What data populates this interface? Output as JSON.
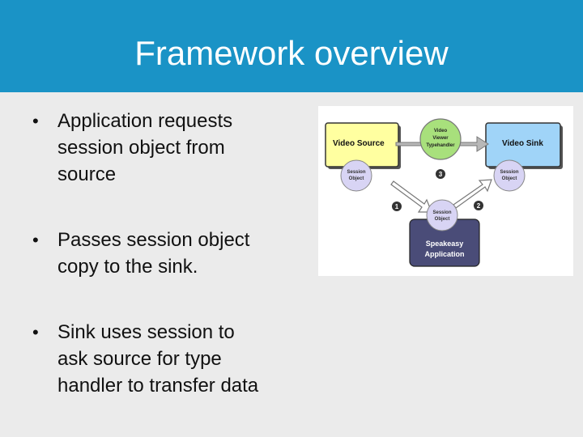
{
  "slide": {
    "title": "Framework overview",
    "bullets": [
      {
        "marker": "•",
        "lines": [
          "Application requests",
          "session object from",
          "source"
        ]
      },
      {
        "marker": "•",
        "lines": [
          "Passes session object",
          "copy to the sink."
        ]
      },
      {
        "marker": "•",
        "lines": [
          "Sink uses session to",
          "ask source for type",
          "handler to transfer data"
        ]
      }
    ]
  },
  "diagram": {
    "video_source": "Video Source",
    "video_sink": "Video Sink",
    "typehandler_lines": [
      "Video",
      "Viewer",
      "Typehandler"
    ],
    "session_object_lines": [
      "Session",
      "Object"
    ],
    "app_lines": [
      "Speakeasy",
      "Application"
    ],
    "step_1": "1",
    "step_2": "2",
    "step_3": "3",
    "colors": {
      "title_bar": "#1a93c6",
      "source_box": "#ffffa0",
      "sink_box": "#a0d4f8",
      "typehandler": "#a8e07c",
      "session_circle": "#d8d4f4",
      "app_box": "#4a4c78"
    }
  }
}
